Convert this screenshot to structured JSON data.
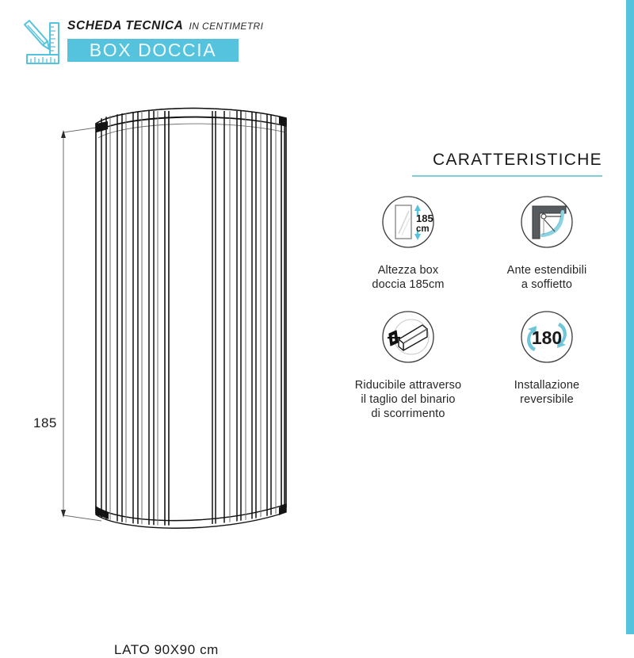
{
  "header": {
    "icon_name": "pencil-ruler-icon",
    "title_main": "SCHEDA TECNICA",
    "title_sub": "IN CENTIMETRI",
    "banner_text": "BOX DOCCIA"
  },
  "drawing": {
    "name": "shower-enclosure-technical-drawing",
    "height_dimension": "185",
    "bottom_label": "LATO 90X90 cm"
  },
  "features": {
    "heading": "CARATTERISTICHE",
    "items": [
      {
        "icon": "glass-panel-height-icon",
        "badge_value": "185",
        "badge_unit": "cm",
        "caption_line1": "Altezza box",
        "caption_line2": "doccia 185cm"
      },
      {
        "icon": "folding-door-corner-icon",
        "caption_line1": "Ante estendibili",
        "caption_line2": "a soffietto"
      },
      {
        "icon": "cut-rail-icon",
        "caption_line1": "Riducibile attraverso",
        "caption_line2": "il taglio del binario",
        "caption_line3": "di scorrimento"
      },
      {
        "icon": "rotate-180-icon",
        "badge_value": "180",
        "caption_line1": "Installazione",
        "caption_line2": "reversibile"
      }
    ]
  },
  "colors": {
    "accent_blue": "#55c3dd",
    "rule_blue": "#7fcede",
    "icon_gray": "#555b5e",
    "line_black": "#1a1a1a"
  }
}
